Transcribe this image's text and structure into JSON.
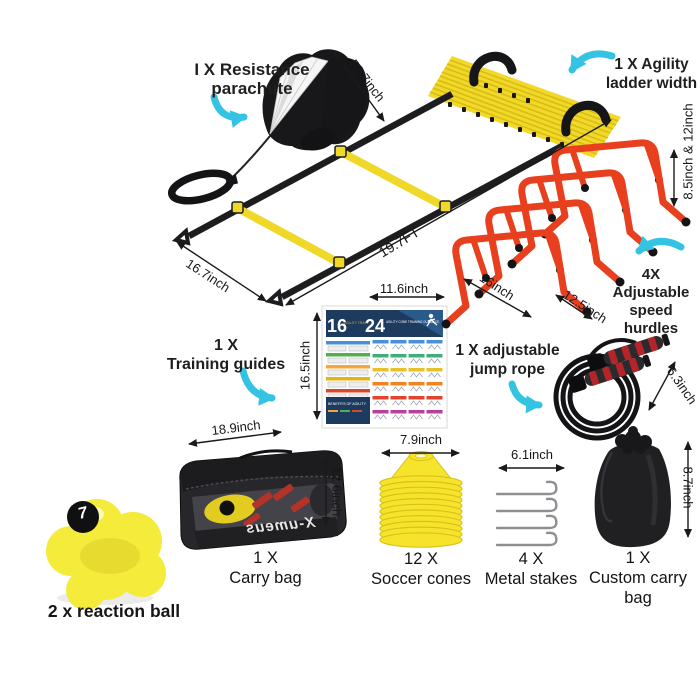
{
  "colors": {
    "accent_arrow": "#35c3e3",
    "hurdle_red": "#e8401f",
    "ladder_yellow": "#f2d829",
    "cone_yellow": "#f6e42c",
    "ball_yellow": "#f4eb3b"
  },
  "annotations": {
    "parachute": {
      "line1": "I X Resistance",
      "line2": "parachute",
      "dim_diameter": "56.7inch"
    },
    "ladder": {
      "line1": "1 X Agility",
      "line2": "ladder width",
      "dim_length": "19.7FT",
      "dim_width": "16.7inch"
    },
    "hurdles": {
      "line1": "4X Adjustable",
      "line2": "speed hurdles",
      "dim_height": "8.5inch & 12inch",
      "dim_depth": "16inch",
      "dim_width": "12.5inch"
    },
    "training_guides": {
      "line1": "1 X",
      "line2": "Training guides",
      "dim_width": "11.6inch",
      "dim_height": "16.5inch"
    },
    "jump_rope": {
      "line1": "1 X adjustable",
      "line2": "jump rope",
      "dim_handle": "6.3inch"
    },
    "carry_bag": {
      "count": "1 X",
      "name": "Carry bag",
      "dim_width": "18.9inch",
      "dim_height": "12.6inch",
      "brand": "X-umeus"
    },
    "soccer_cones": {
      "count": "12 X",
      "name": "Soccer cones",
      "dim_width": "7.9inch"
    },
    "metal_stakes": {
      "count": "4 X",
      "name": "Metal stakes",
      "dim_length": "6.1inch"
    },
    "custom_bag": {
      "count": "1 X",
      "name": "Custom carry bag",
      "dim_height": "8.7inch"
    },
    "reaction_ball": {
      "label": "2 x reaction ball",
      "badge": "7"
    }
  },
  "poster": {
    "left_count": "16",
    "left_title": "AGILITY TRAIN",
    "right_count": "24",
    "right_title": "AGILITY CONE TRAINING GUIDANCE.",
    "footer": "BENEFITS OF AGILITY"
  }
}
